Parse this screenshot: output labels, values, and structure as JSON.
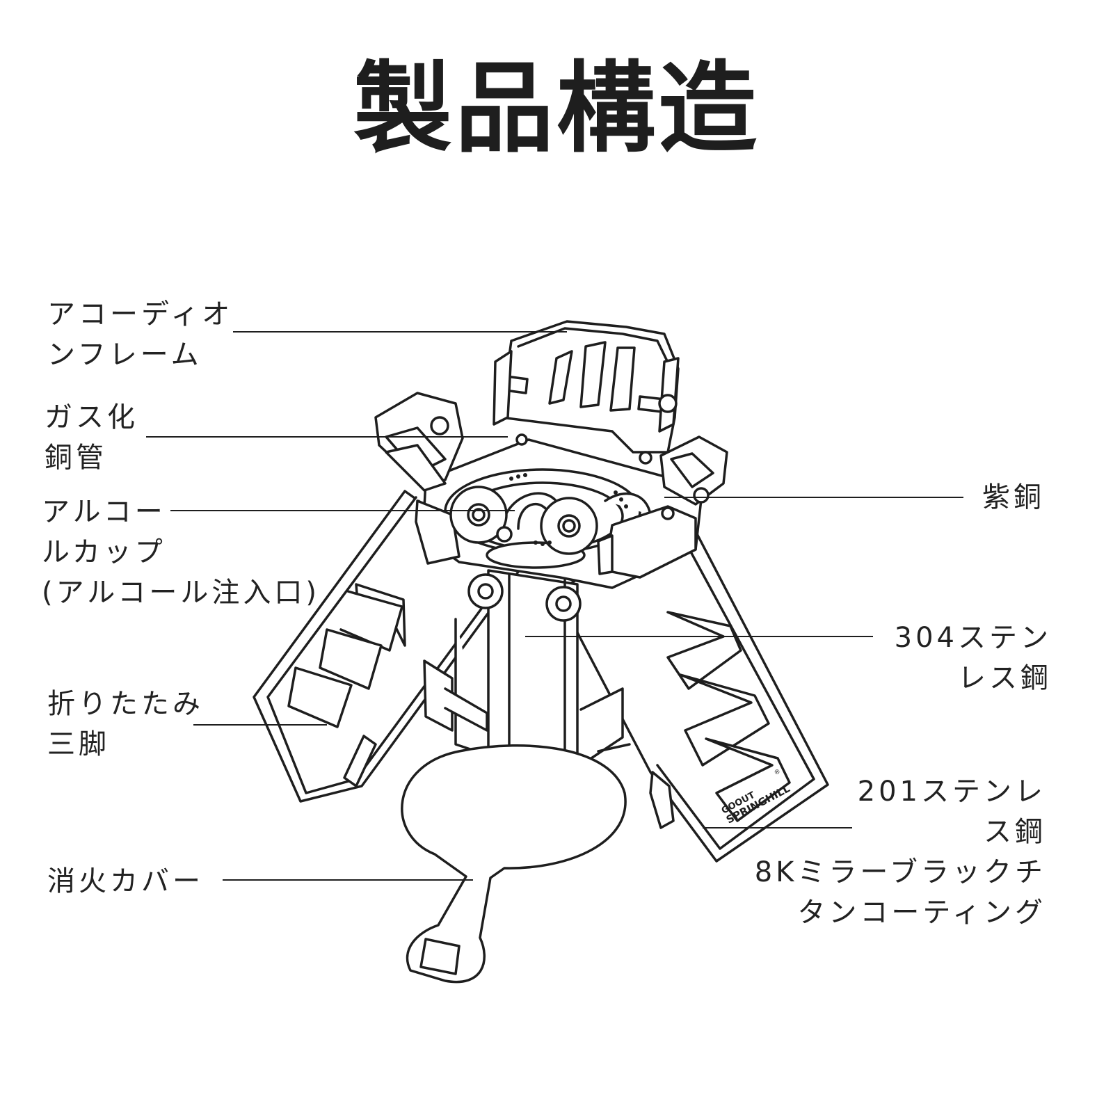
{
  "title": "製品構造",
  "labels": {
    "accordion_frame": [
      "アコーディオ",
      "ンフレーム"
    ],
    "gas_tube": [
      "ガス化",
      "銅管"
    ],
    "alcohol_cup": [
      "アルコー",
      "ルカップ",
      "(アルコール注入口)"
    ],
    "tripod": [
      "折りたたみ",
      "三脚"
    ],
    "extinguish_cover": [
      "消火カバー"
    ],
    "purple_copper": [
      "紫銅"
    ],
    "stainless_304": [
      "304ステン",
      "レス鋼"
    ],
    "stainless_201": [
      "201ステンレ",
      "ス鋼",
      "8Kミラーブラックチ",
      "タンコーティング"
    ]
  },
  "logo": {
    "top": "GOOUT",
    "bottom": "SPRINGHILL",
    "mark": "®"
  },
  "colors": {
    "line": "#1e1e1e",
    "background": "#ffffff"
  }
}
